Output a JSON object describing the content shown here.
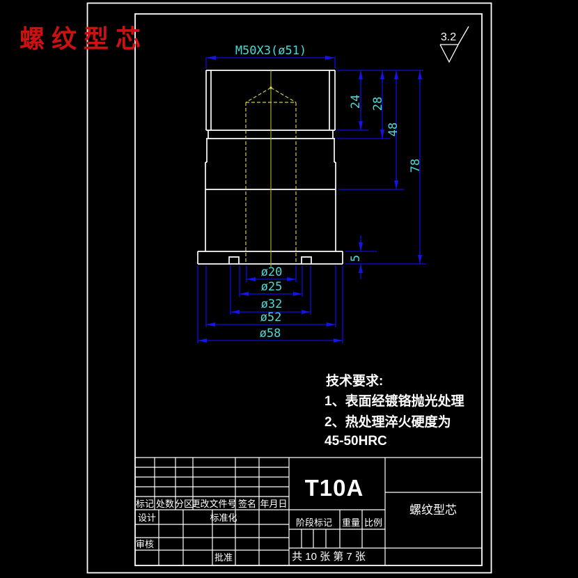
{
  "stamp_title": "螺纹型芯",
  "surface_roughness": "3.2",
  "drawing": {
    "thread_dim": "M50X3(ø51)",
    "vertical_dims": {
      "d24": "24",
      "d28": "28",
      "d48": "48",
      "d78": "78",
      "d5": "5"
    },
    "diameter_dims": {
      "d20": "ø20",
      "d25": "ø25",
      "d32": "ø32",
      "d52": "ø52",
      "d58": "ø58"
    }
  },
  "tech_requirements": {
    "title": "技术要求:",
    "line1": "1、表面经镀铬抛光处理",
    "line2": "2、热处理淬火硬度为",
    "line3": "45-50HRC"
  },
  "title_block": {
    "material": "T10A",
    "part_name": "螺纹型芯",
    "col_mark": "标记",
    "col_count": "处数",
    "col_zone": "分区",
    "col_change_file": "更改文件号",
    "col_signature": "签名",
    "col_date": "年月日",
    "row_design": "设计",
    "row_standardization": "标准化",
    "row_review": "审核",
    "row_approve": "批准",
    "stage_mark": "阶段标记",
    "weight": "重量",
    "scale": "比例",
    "sheet_info": "共 10 张  第 7 张"
  },
  "colors": {
    "background": "#000000",
    "outline": "#ffffff",
    "dimension_line": "#0d0de0",
    "dimension_text": "#4fd8d8",
    "center_line": "#a8a82e",
    "stamp_red": "#cc1111"
  }
}
